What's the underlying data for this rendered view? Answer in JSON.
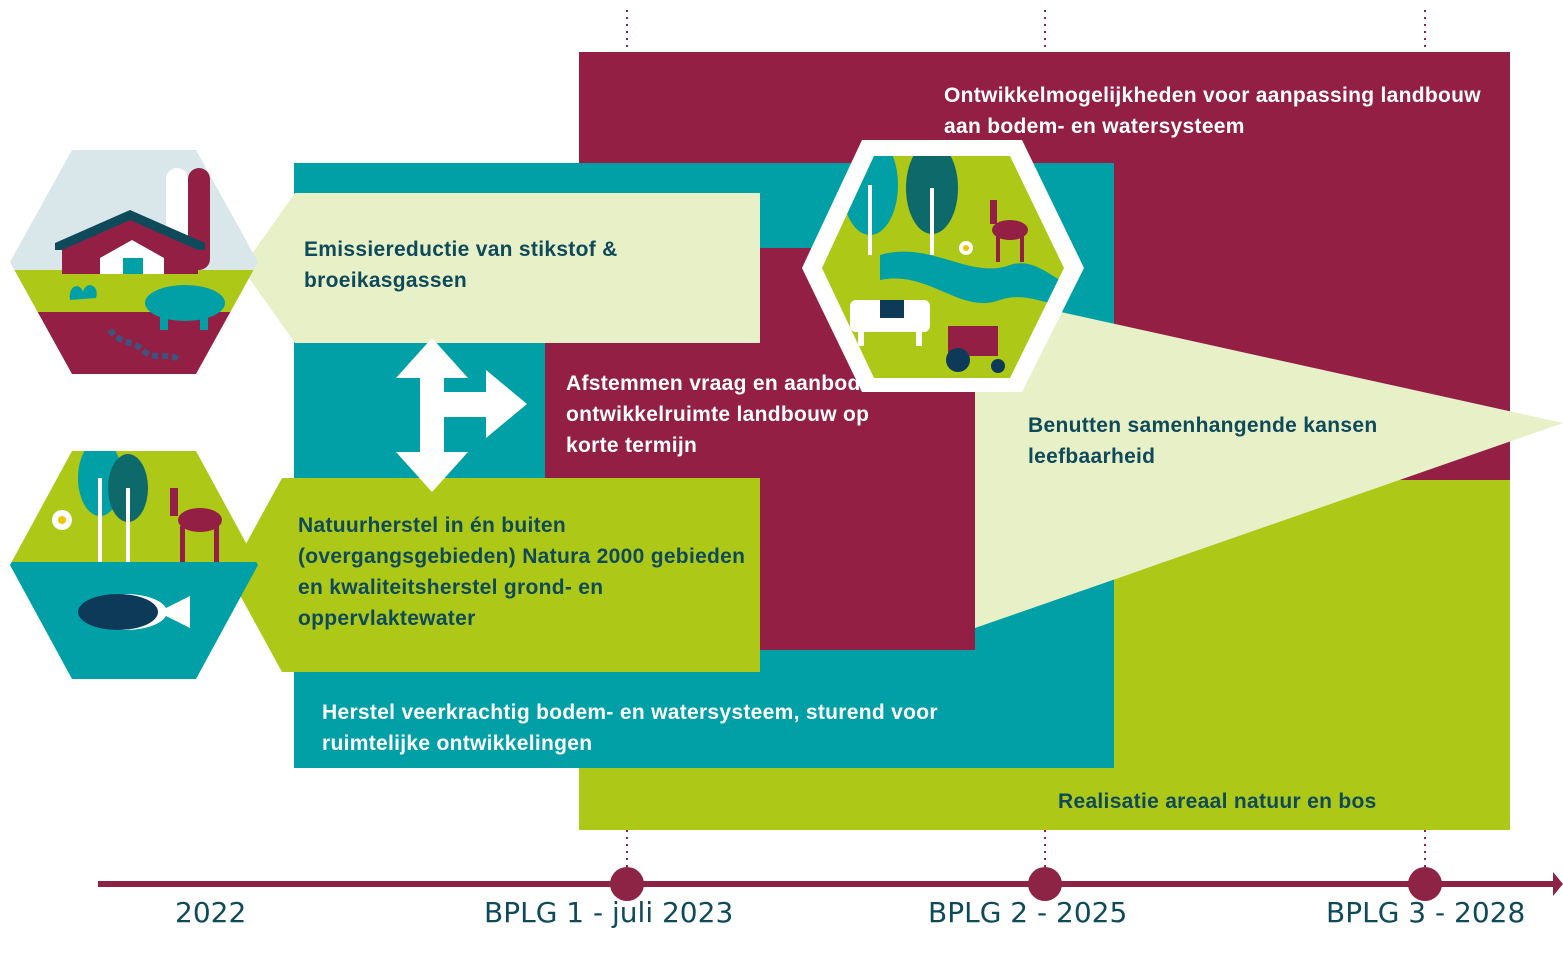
{
  "colors": {
    "maroon": "#931f45",
    "teal": "#00a0a6",
    "lime": "#adc816",
    "cream": "#e8f0c8",
    "dark_text": "#0e4a5a",
    "timeline": "#8e2445"
  },
  "blocks": {
    "ontwikkel": "Ontwikkelmogelijkheden voor aanpassing landbouw aan bodem- en watersysteem",
    "emissie": "Emissiereductie van stikstof & broeikasgassen",
    "afstemmen": "Afstemmen vraag en aanbod ontwikkelruimte landbouw op korte termijn",
    "benutten": "Benutten samenhangende kansen leefbaarheid",
    "natuurherstel": "Natuurherstel in én buiten (overgangsgebieden) Natura 2000 gebieden en kwaliteitsherstel grond- en oppervlaktewater",
    "herstel": "Herstel veerkrachtig bodem- en watersysteem, sturend voor ruimtelijke ontwikkelingen",
    "realisatie": "Realisatie areaal natuur en bos"
  },
  "timeline": {
    "labels": [
      "2022",
      "BPLG 1 - juli 2023",
      "BPLG 2 - 2025",
      "BPLG 3 - 2028"
    ]
  },
  "icons": {
    "farm": "farm-pig-hexagon-icon",
    "nature": "nature-fish-hexagon-icon",
    "countryside": "countryside-cow-tractor-hexagon-icon",
    "arrow": "split-arrow-icon"
  }
}
